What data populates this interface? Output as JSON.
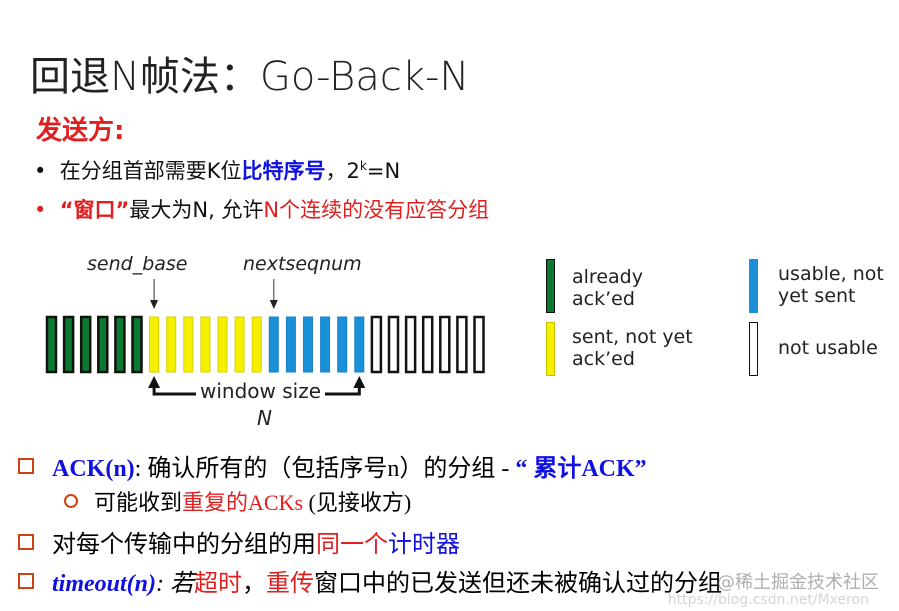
{
  "title": "回退N帧法：Go-Back-N",
  "sender": "发送方:",
  "bullets": {
    "b1": {
      "a": "在分组首部需要K位",
      "b": "比特序号",
      "c": "，2",
      "sup": "k",
      "d": "=N"
    },
    "b2": {
      "a": "“窗口”",
      "b": "最大为N, 允许",
      "c": "N个连续的没有应答分组"
    }
  },
  "diagram": {
    "send_base": "send_base",
    "nextseqnum": "nextseqnum",
    "window_size": "window size",
    "N": "N",
    "counts": {
      "acked": 6,
      "sent": 7,
      "usable": 6,
      "not_usable": 7
    },
    "colors": {
      "acked": "#0a7a30",
      "sent": "#f5f000",
      "usable": "#1a90d8",
      "not_usable": "#ffffff"
    }
  },
  "legend": {
    "acked": "already ack’ed",
    "sent": "sent, not yet ack’ed",
    "usable": "usable, not yet sent",
    "not_usable": "not usable"
  },
  "points": {
    "p1": {
      "a": "ACK(n)",
      "b": ": 确认所有的（包括序号n）的分组 - ",
      "c": "“ 累计ACK”"
    },
    "p1sub": {
      "a": "可能收到",
      "b": "重复的ACKs",
      "c": " (见接收方)"
    },
    "p2": {
      "a": "对每个传输中的分组的用",
      "b": "同一个",
      "c": "计时器"
    },
    "p3": {
      "a": "timeout(n)",
      "b": ": 若",
      "c": "超时",
      "d": "，",
      "e": "重传",
      "f": "窗口中的已发送但还未被确认过的分组"
    }
  },
  "watermark": {
    "w1": "@稀土掘金技术社区",
    "w2": "https://blog.csdn.net/Mxeron"
  }
}
